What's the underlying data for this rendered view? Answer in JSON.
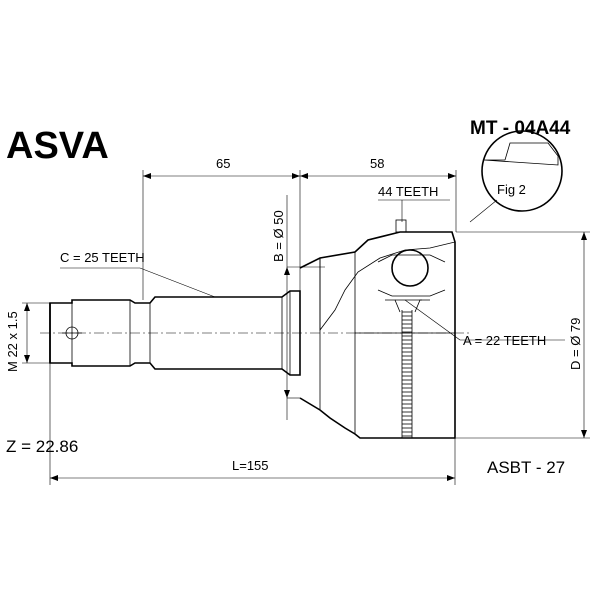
{
  "brand": "ASVA",
  "part_number": "MT - 04A44",
  "figure_label": "Fig 2",
  "dimensions": {
    "length_65": "65",
    "length_58": "58",
    "teeth_44": "44 TEETH",
    "b_diameter": "B = Ø 50",
    "c_teeth": "C = 25 TEETH",
    "thread": "M 22 x 1.5",
    "a_teeth": "A = 22 TEETH",
    "d_diameter": "D = Ø 79",
    "total_length": "L=155"
  },
  "z_value": "Z = 22.86",
  "catalog_code": "ASBT - 27"
}
